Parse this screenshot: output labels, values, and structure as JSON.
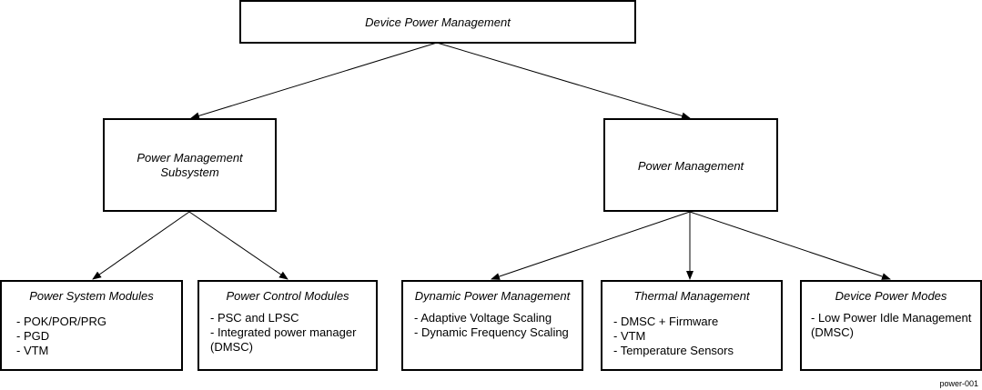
{
  "root": {
    "title": "Device Power Management"
  },
  "level2": {
    "left": {
      "title": "Power Management\nSubsystem"
    },
    "right": {
      "title": "Power Management"
    }
  },
  "leaves": [
    {
      "title": "Power System Modules",
      "items": [
        "- POK/POR/PRG",
        "- PGD",
        "- VTM"
      ]
    },
    {
      "title": "Power Control Modules",
      "items": [
        "- PSC and LPSC",
        "- Integrated power manager\n  (DMSC)"
      ]
    },
    {
      "title": "Dynamic Power Management",
      "items": [
        "- Adaptive Voltage Scaling",
        "- Dynamic Frequency Scaling"
      ]
    },
    {
      "title": "Thermal Management",
      "items": [
        "- DMSC + Firmware",
        "- VTM",
        "- Temperature Sensors"
      ]
    },
    {
      "title": "Device Power Modes",
      "items": [
        "- Low Power Idle Management\n(DMSC)"
      ]
    }
  ],
  "figure_id": "power-001"
}
